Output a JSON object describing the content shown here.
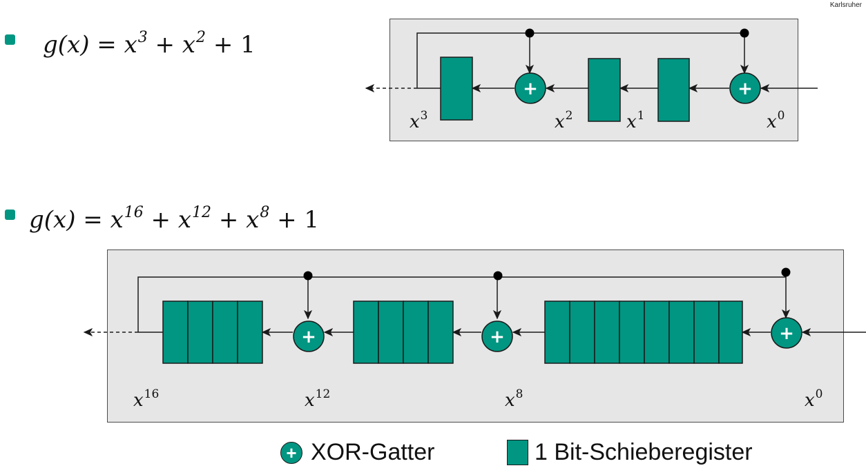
{
  "corner_text": "Karlsruher",
  "colors": {
    "accent": "#009682",
    "panel_background": "#e6e6e6",
    "line": "#1a1a1a"
  },
  "formula_1": {
    "prefix": "g(x) = x",
    "term1_exp": "3",
    "term2_base": " + x",
    "term2_exp": "2",
    "tail": " + 1"
  },
  "formula_2": {
    "prefix": "g(x) = x",
    "term1_exp": "16",
    "term2_base": " + x",
    "term2_exp": "12",
    "term3_base": " + x",
    "term3_exp": "8",
    "tail": " + 1"
  },
  "diagram_1": {
    "labels": [
      {
        "base": "x",
        "exp": "3"
      },
      {
        "base": "x",
        "exp": "2"
      },
      {
        "base": "x",
        "exp": "1"
      },
      {
        "base": "x",
        "exp": "0"
      }
    ]
  },
  "diagram_2": {
    "labels": [
      {
        "base": "x",
        "exp": "16"
      },
      {
        "base": "x",
        "exp": "12"
      },
      {
        "base": "x",
        "exp": "8"
      },
      {
        "base": "x",
        "exp": "0"
      }
    ]
  },
  "xor_symbol": "+",
  "legend": {
    "xor_label": "XOR-Gatter",
    "register_label": "1 Bit-Schieberegister"
  }
}
